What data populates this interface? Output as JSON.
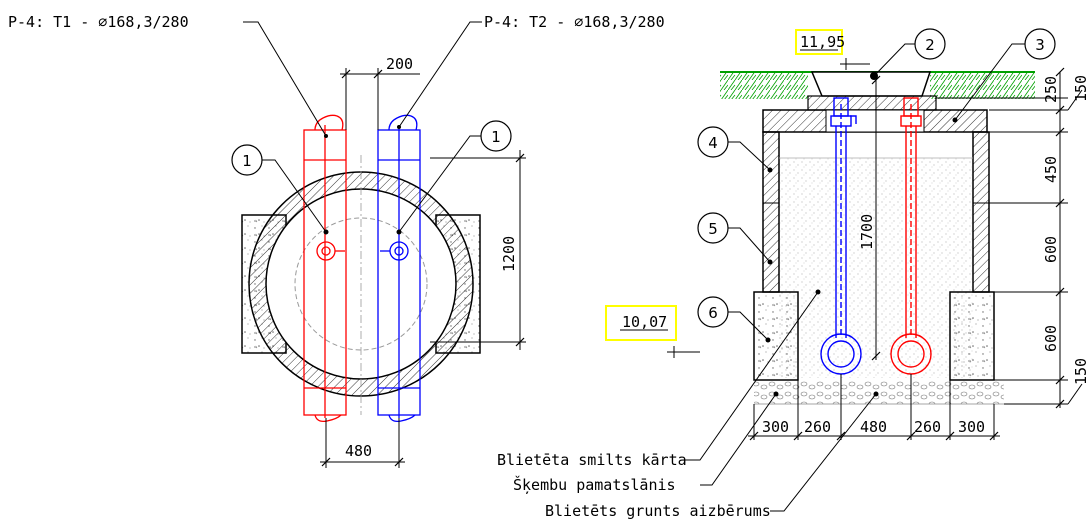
{
  "plan": {
    "pipe_t1_label": "P-4: T1 - ⌀168,3/280",
    "pipe_t2_label": "P-4: T2 - ⌀168,3/280",
    "dim_200": "200",
    "dim_1200": "1200",
    "dim_480": "480",
    "callout_1": "1",
    "colors": {
      "t1": "#ff0000",
      "t2": "#0000ff"
    }
  },
  "section": {
    "level_top": "11,95",
    "level_bottom": "10,07",
    "callouts": [
      "2",
      "3",
      "4",
      "5",
      "6"
    ],
    "dims_right": [
      "150",
      "250",
      "450",
      "600",
      "600",
      "150"
    ],
    "dim_height": "1700",
    "dims_bottom": [
      "300",
      "260",
      "480",
      "260",
      "300"
    ],
    "legend": [
      "Blietēta smilts kārta",
      "Šķembu pamatslānis",
      "Blietēts grunts aizbērums"
    ],
    "colors": {
      "grass": "#00a000",
      "highlight": "#ffff00"
    }
  }
}
